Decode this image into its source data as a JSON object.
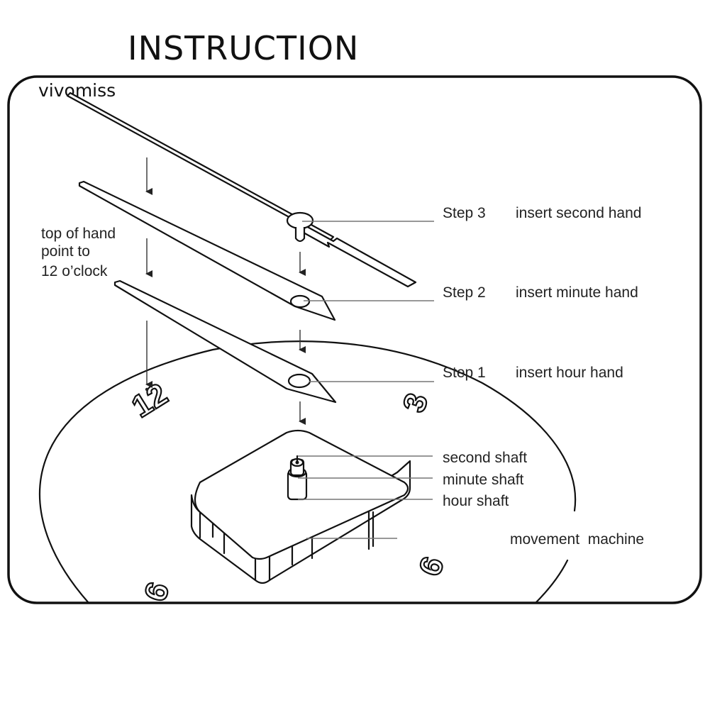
{
  "title": "INSTRUCTION",
  "watermark": "vivomiss",
  "hint": {
    "lines": [
      "top of hand",
      "point to",
      "12 o’clock"
    ]
  },
  "steps": [
    {
      "step": "Step 3",
      "action": "insert second hand"
    },
    {
      "step": "Step 2",
      "action": "insert minute hand"
    },
    {
      "step": "Step 1",
      "action": "insert hour hand"
    }
  ],
  "parts": {
    "second_shaft": "second shaft",
    "minute_shaft": "minute shaft",
    "hour_shaft": "hour shaft",
    "movement": "movement  machine"
  },
  "clock_numerals": {
    "twelve": "12",
    "three": "3",
    "six": "6",
    "nine": "9"
  }
}
